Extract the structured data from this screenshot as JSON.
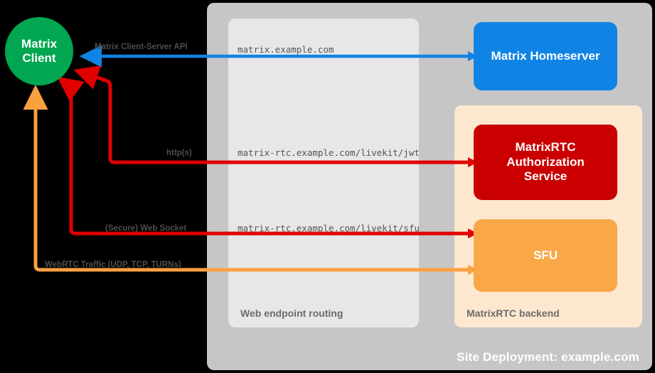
{
  "diagram": {
    "title": "MatrixRTC deployment architecture",
    "background_color": "#000000"
  },
  "containers": {
    "site_deployment": {
      "label": "Site Deployment: example.com",
      "color": "#c6c6c6",
      "label_color": "#ffffff"
    },
    "web_endpoint_routing": {
      "label": "Web endpoint routing",
      "color": "#e7e7e7",
      "label_color": "#6b6b6b"
    },
    "matrixrtc_backend": {
      "label": "MatrixRTC backend",
      "color": "#fde8cf",
      "label_color": "#6b6b6b"
    }
  },
  "nodes": {
    "client": {
      "line1": "Matrix",
      "line2": "Client",
      "color": "#00a650",
      "shape": "circle"
    },
    "homeserver": {
      "label": "Matrix Homeserver",
      "color": "#0f84e5"
    },
    "auth_service": {
      "line1": "MatrixRTC",
      "line2": "Authorization",
      "line3": "Service",
      "color": "#ca0000"
    },
    "sfu": {
      "label": "SFU",
      "color": "#f9a747"
    }
  },
  "endpoints": [
    {
      "url": "matrix.example.com"
    },
    {
      "url": "matrix-rtc.example.com/livekit/jwt"
    },
    {
      "url": "matrix-rtc.example.com/livekit/sfu"
    }
  ],
  "connections": [
    {
      "label": "Matrix Client-Server API",
      "color": "#0f84e5",
      "direction": "to-client"
    },
    {
      "label": "http(s)",
      "color": "#e00000",
      "direction": "to-client"
    },
    {
      "label": "(Secure) Web Socket",
      "color": "#e00000",
      "direction": "to-client"
    },
    {
      "label": "WebRTC Traffic (UDP, TCP, TURNs)",
      "color": "#f9a03f",
      "direction": "bidirectional"
    }
  ]
}
